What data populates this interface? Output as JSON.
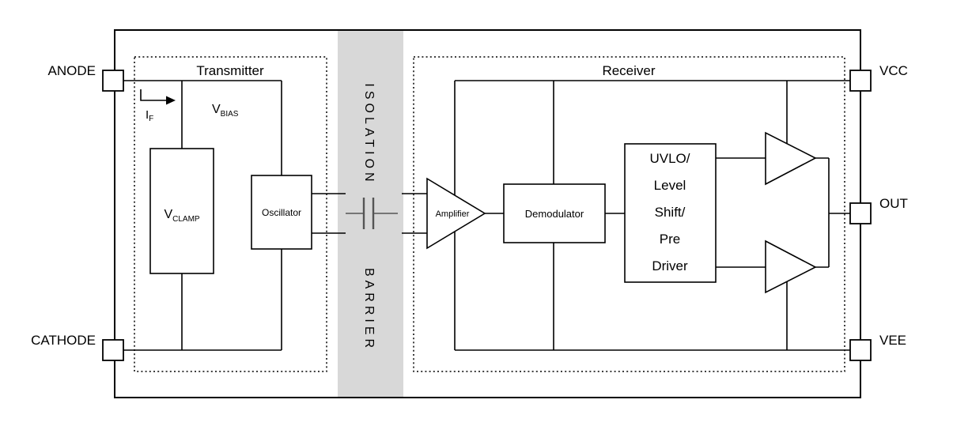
{
  "diagram": {
    "pins": {
      "anode": "ANODE",
      "cathode": "CATHODE",
      "vcc": "VCC",
      "out": "OUT",
      "vee": "VEE"
    },
    "transmitter": {
      "title": "Transmitter",
      "if_label": {
        "main": "I",
        "sub": "F"
      },
      "vbias": {
        "main": "V",
        "sub": "BIAS"
      },
      "vclamp": {
        "main": "V",
        "sub": "CLAMP"
      },
      "oscillator": "Oscillator"
    },
    "isolation": {
      "word1": "ISOLATION",
      "word2": "BARRIER"
    },
    "receiver": {
      "title": "Receiver",
      "amplifier": "Amplifier",
      "demodulator": "Demodulator",
      "uvlo_lines": [
        "UVLO/",
        "Level",
        "Shift/",
        "Pre",
        "Driver"
      ]
    },
    "colors": {
      "line": "#000000",
      "barrier_fill": "#d8d8d8",
      "capacitor": "#555555",
      "background": "#ffffff"
    }
  }
}
